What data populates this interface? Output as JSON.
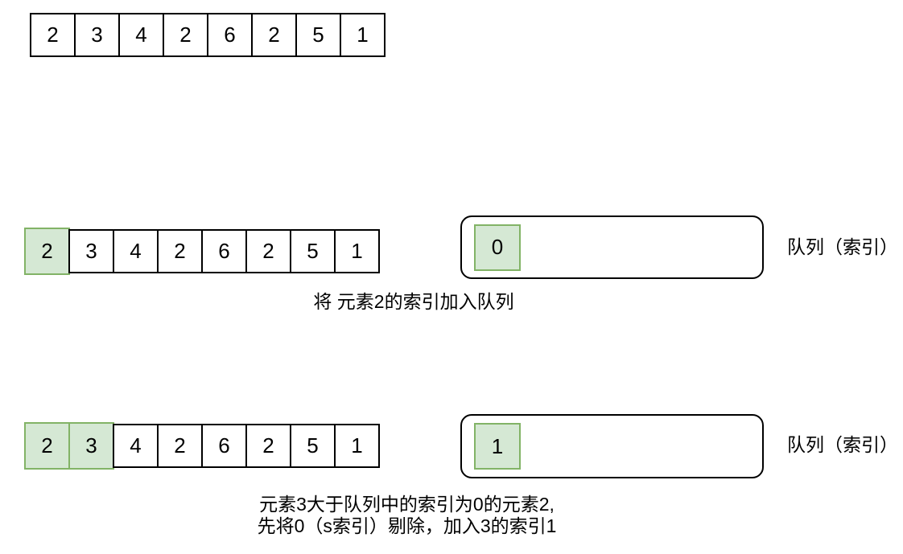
{
  "colors": {
    "background": "#ffffff",
    "cell_fill": "#ffffff",
    "cell_stroke": "#000000",
    "highlight_fill": "#d5e8d4",
    "highlight_stroke": "#82b366",
    "text": "#000000"
  },
  "array_original": {
    "values": [
      "2",
      "3",
      "4",
      "2",
      "6",
      "2",
      "5",
      "1"
    ],
    "highlighted_indexes": []
  },
  "step1": {
    "array": {
      "values": [
        "2",
        "3",
        "4",
        "2",
        "6",
        "2",
        "5",
        "1"
      ],
      "highlighted_indexes": [
        0
      ]
    },
    "queue": {
      "items": [
        "0"
      ],
      "label": "队列（索引）"
    },
    "caption": "将 元素2的索引加入队列"
  },
  "step2": {
    "array": {
      "values": [
        "2",
        "3",
        "4",
        "2",
        "6",
        "2",
        "5",
        "1"
      ],
      "highlighted_indexes": [
        0,
        1
      ]
    },
    "queue": {
      "items": [
        "1"
      ],
      "label": "队列（索引）"
    },
    "caption_line1": "元素3大于队列中的索引为0的元素2,",
    "caption_line2": "先将0（s索引）剔除，加入3的索引1"
  }
}
